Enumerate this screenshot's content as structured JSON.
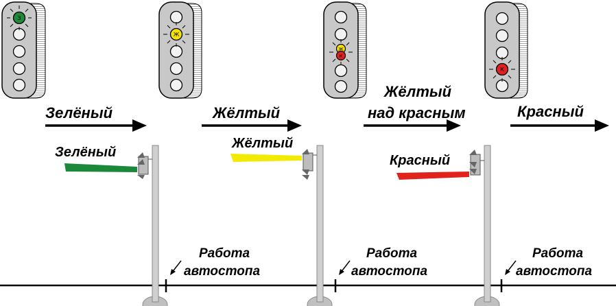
{
  "signals": [
    {
      "indication": "Зелёный",
      "lamps": [
        {
          "color": "#1f8a3a",
          "letter": "З"
        }
      ]
    },
    {
      "indication": "Жёлтый",
      "lamps": [
        {
          "color": "#f5e200",
          "letter": "Ж"
        }
      ]
    },
    {
      "indication_lines": [
        "Жёлтый",
        "над красным"
      ],
      "lamps": [
        {
          "color": "#f5e200",
          "letter": "Ж"
        },
        {
          "color": "#e02020",
          "letter": "К"
        }
      ]
    },
    {
      "indication": "Красный",
      "lamps": [
        {
          "color": "#e02020",
          "letter": "К"
        }
      ]
    }
  ],
  "semaphores": [
    {
      "label": "Зелёный",
      "color": "#1a8a3a"
    },
    {
      "label": "Жёлтый",
      "color": "#f2ea00"
    },
    {
      "label": "Красный",
      "color": "#e0231c"
    }
  ],
  "autostop": [
    {
      "line1": "Работа",
      "line2": "автостопа"
    },
    {
      "line1": "Работа",
      "line2": "автостопа"
    },
    {
      "line1": "Работа",
      "line2": "автостопа"
    }
  ]
}
